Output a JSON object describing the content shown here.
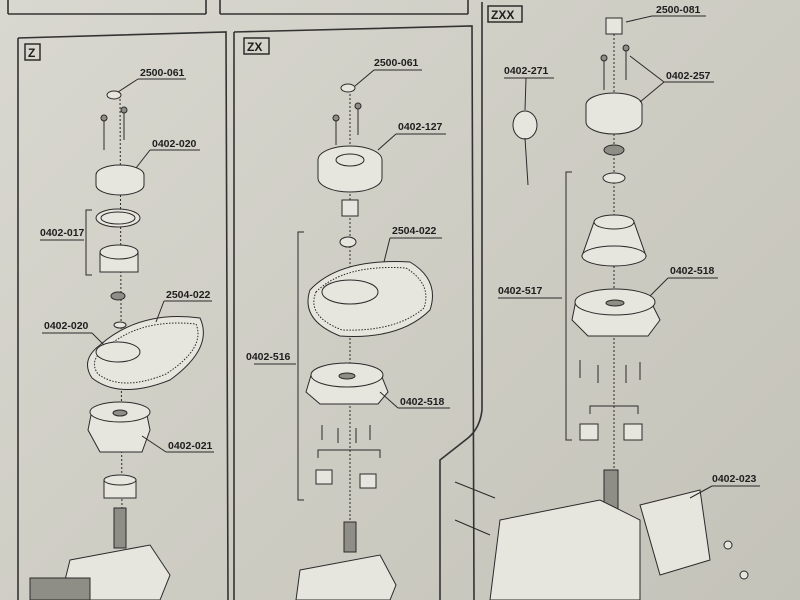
{
  "sections": [
    {
      "key": "z",
      "title": "Z"
    },
    {
      "key": "zx",
      "title": "ZX"
    },
    {
      "key": "zxx",
      "title": "ZXX"
    }
  ],
  "labels": {
    "z_2500_061": "2500-061",
    "z_0402_020_top": "0402-020",
    "z_0402_017": "0402-017",
    "z_2504_022": "2504-022",
    "z_0402_020_bottom": "0402-020",
    "z_0402_021": "0402-021",
    "zx_2500_061": "2500-061",
    "zx_0402_127": "0402-127",
    "zx_2504_022": "2504-022",
    "zx_0402_516": "0402-516",
    "zx_0402_518": "0402-518",
    "zxx_2500_081": "2500-081",
    "zxx_0402_271": "0402-271",
    "zxx_0402_257": "0402-257",
    "zxx_0402_518": "0402-518",
    "zxx_0402_517": "0402-517",
    "zxx_0402_023": "0402-023"
  }
}
